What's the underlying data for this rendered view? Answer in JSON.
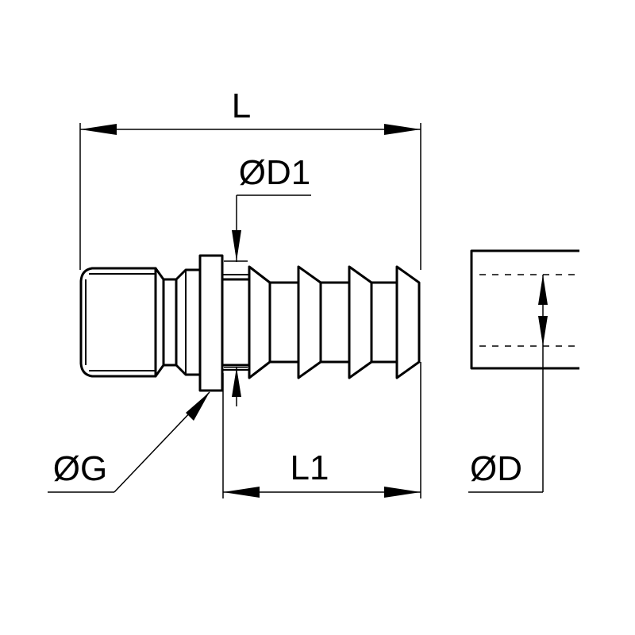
{
  "labels": {
    "overall_length": "L",
    "inner_diameter_d1": "ØD1",
    "thread_diameter": "ØG",
    "barb_length": "L1",
    "hose_diameter": "ØD"
  },
  "colors": {
    "line": "#000000",
    "background": "#ffffff"
  }
}
